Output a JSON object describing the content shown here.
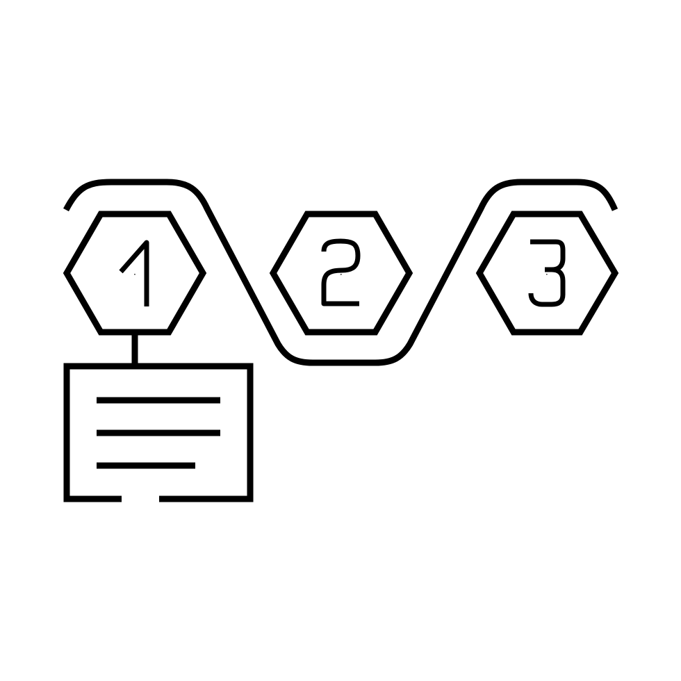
{
  "icon": {
    "name": "numbered-steps-icon",
    "stroke_color": "#000000",
    "background_color": "#ffffff",
    "steps": [
      {
        "number": "1",
        "shape": "hexagon"
      },
      {
        "number": "2",
        "shape": "hexagon"
      },
      {
        "number": "3",
        "shape": "hexagon"
      }
    ],
    "note_card": {
      "line_count": 3,
      "attached_to_step": "1"
    }
  }
}
